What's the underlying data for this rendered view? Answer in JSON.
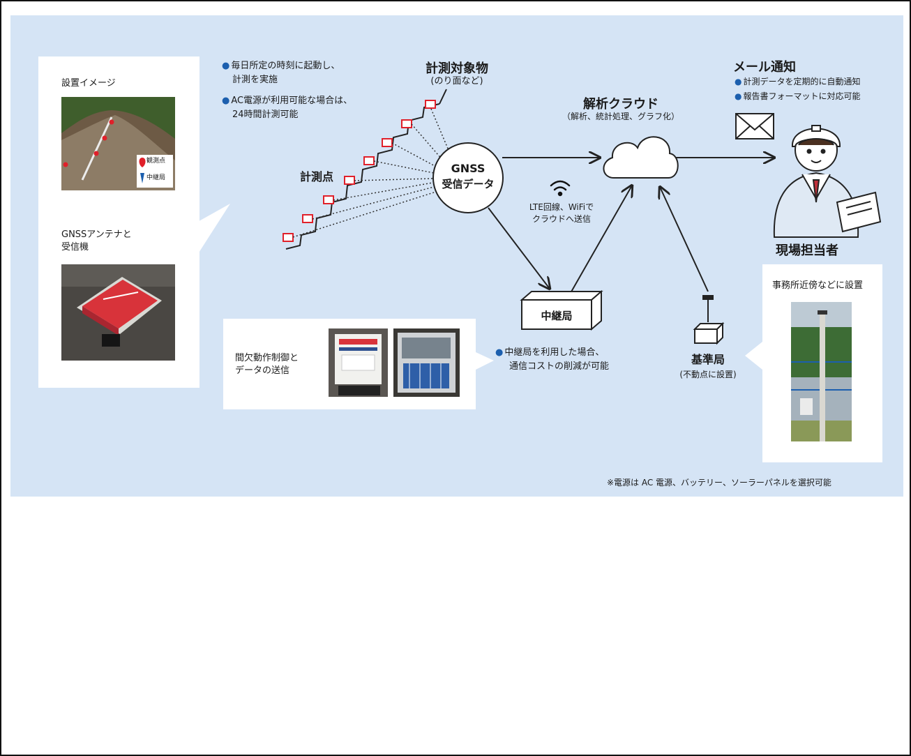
{
  "left_panel": {
    "install_image_label": "設置イメージ",
    "legend_observation": "観測点",
    "legend_relay": "中継局",
    "antenna_label_line1": "GNSSアンテナと",
    "antenna_label_line2": "受信機"
  },
  "notes": {
    "note1_line1": "毎日所定の時刻に起動し、",
    "note1_line2": "計測を実施",
    "note2_line1": "AC電源が利用可能な場合は、",
    "note2_line2": "24時間計測可能"
  },
  "measure_target": {
    "title": "計測対象物",
    "subtitle": "(のり面など)"
  },
  "measure_points_label": "計測点",
  "gnss": {
    "line1": "GNSS",
    "line2": "受信データ"
  },
  "cloud": {
    "title": "解析クラウド",
    "subtitle": "（解析、統計処理、グラフ化）"
  },
  "network": {
    "line1": "LTE回線、WiFiで",
    "line2": "クラウドへ送信"
  },
  "mail": {
    "title": "メール通知",
    "item1": "計測データを定期的に自動通知",
    "item2": "報告書フォーマットに対応可能"
  },
  "person_label": "現場担当者",
  "relay": {
    "label": "中継局",
    "note_line1": "中継局を利用した場合、",
    "note_line2": "通信コストの削減が可能"
  },
  "base_station": {
    "title": "基準局",
    "subtitle": "(不動点に設置)"
  },
  "intermittent": {
    "line1": "間欠動作制御と",
    "line2": "データの送信"
  },
  "office_label": "事務所近傍などに設置",
  "footnote": "※電源は AC 電源、バッテリー、ソーラーパネルを選択可能",
  "colors": {
    "panel_bg": "#d5e4f5",
    "accent_blue": "#1c5fae",
    "marker_red": "#e0202a"
  }
}
